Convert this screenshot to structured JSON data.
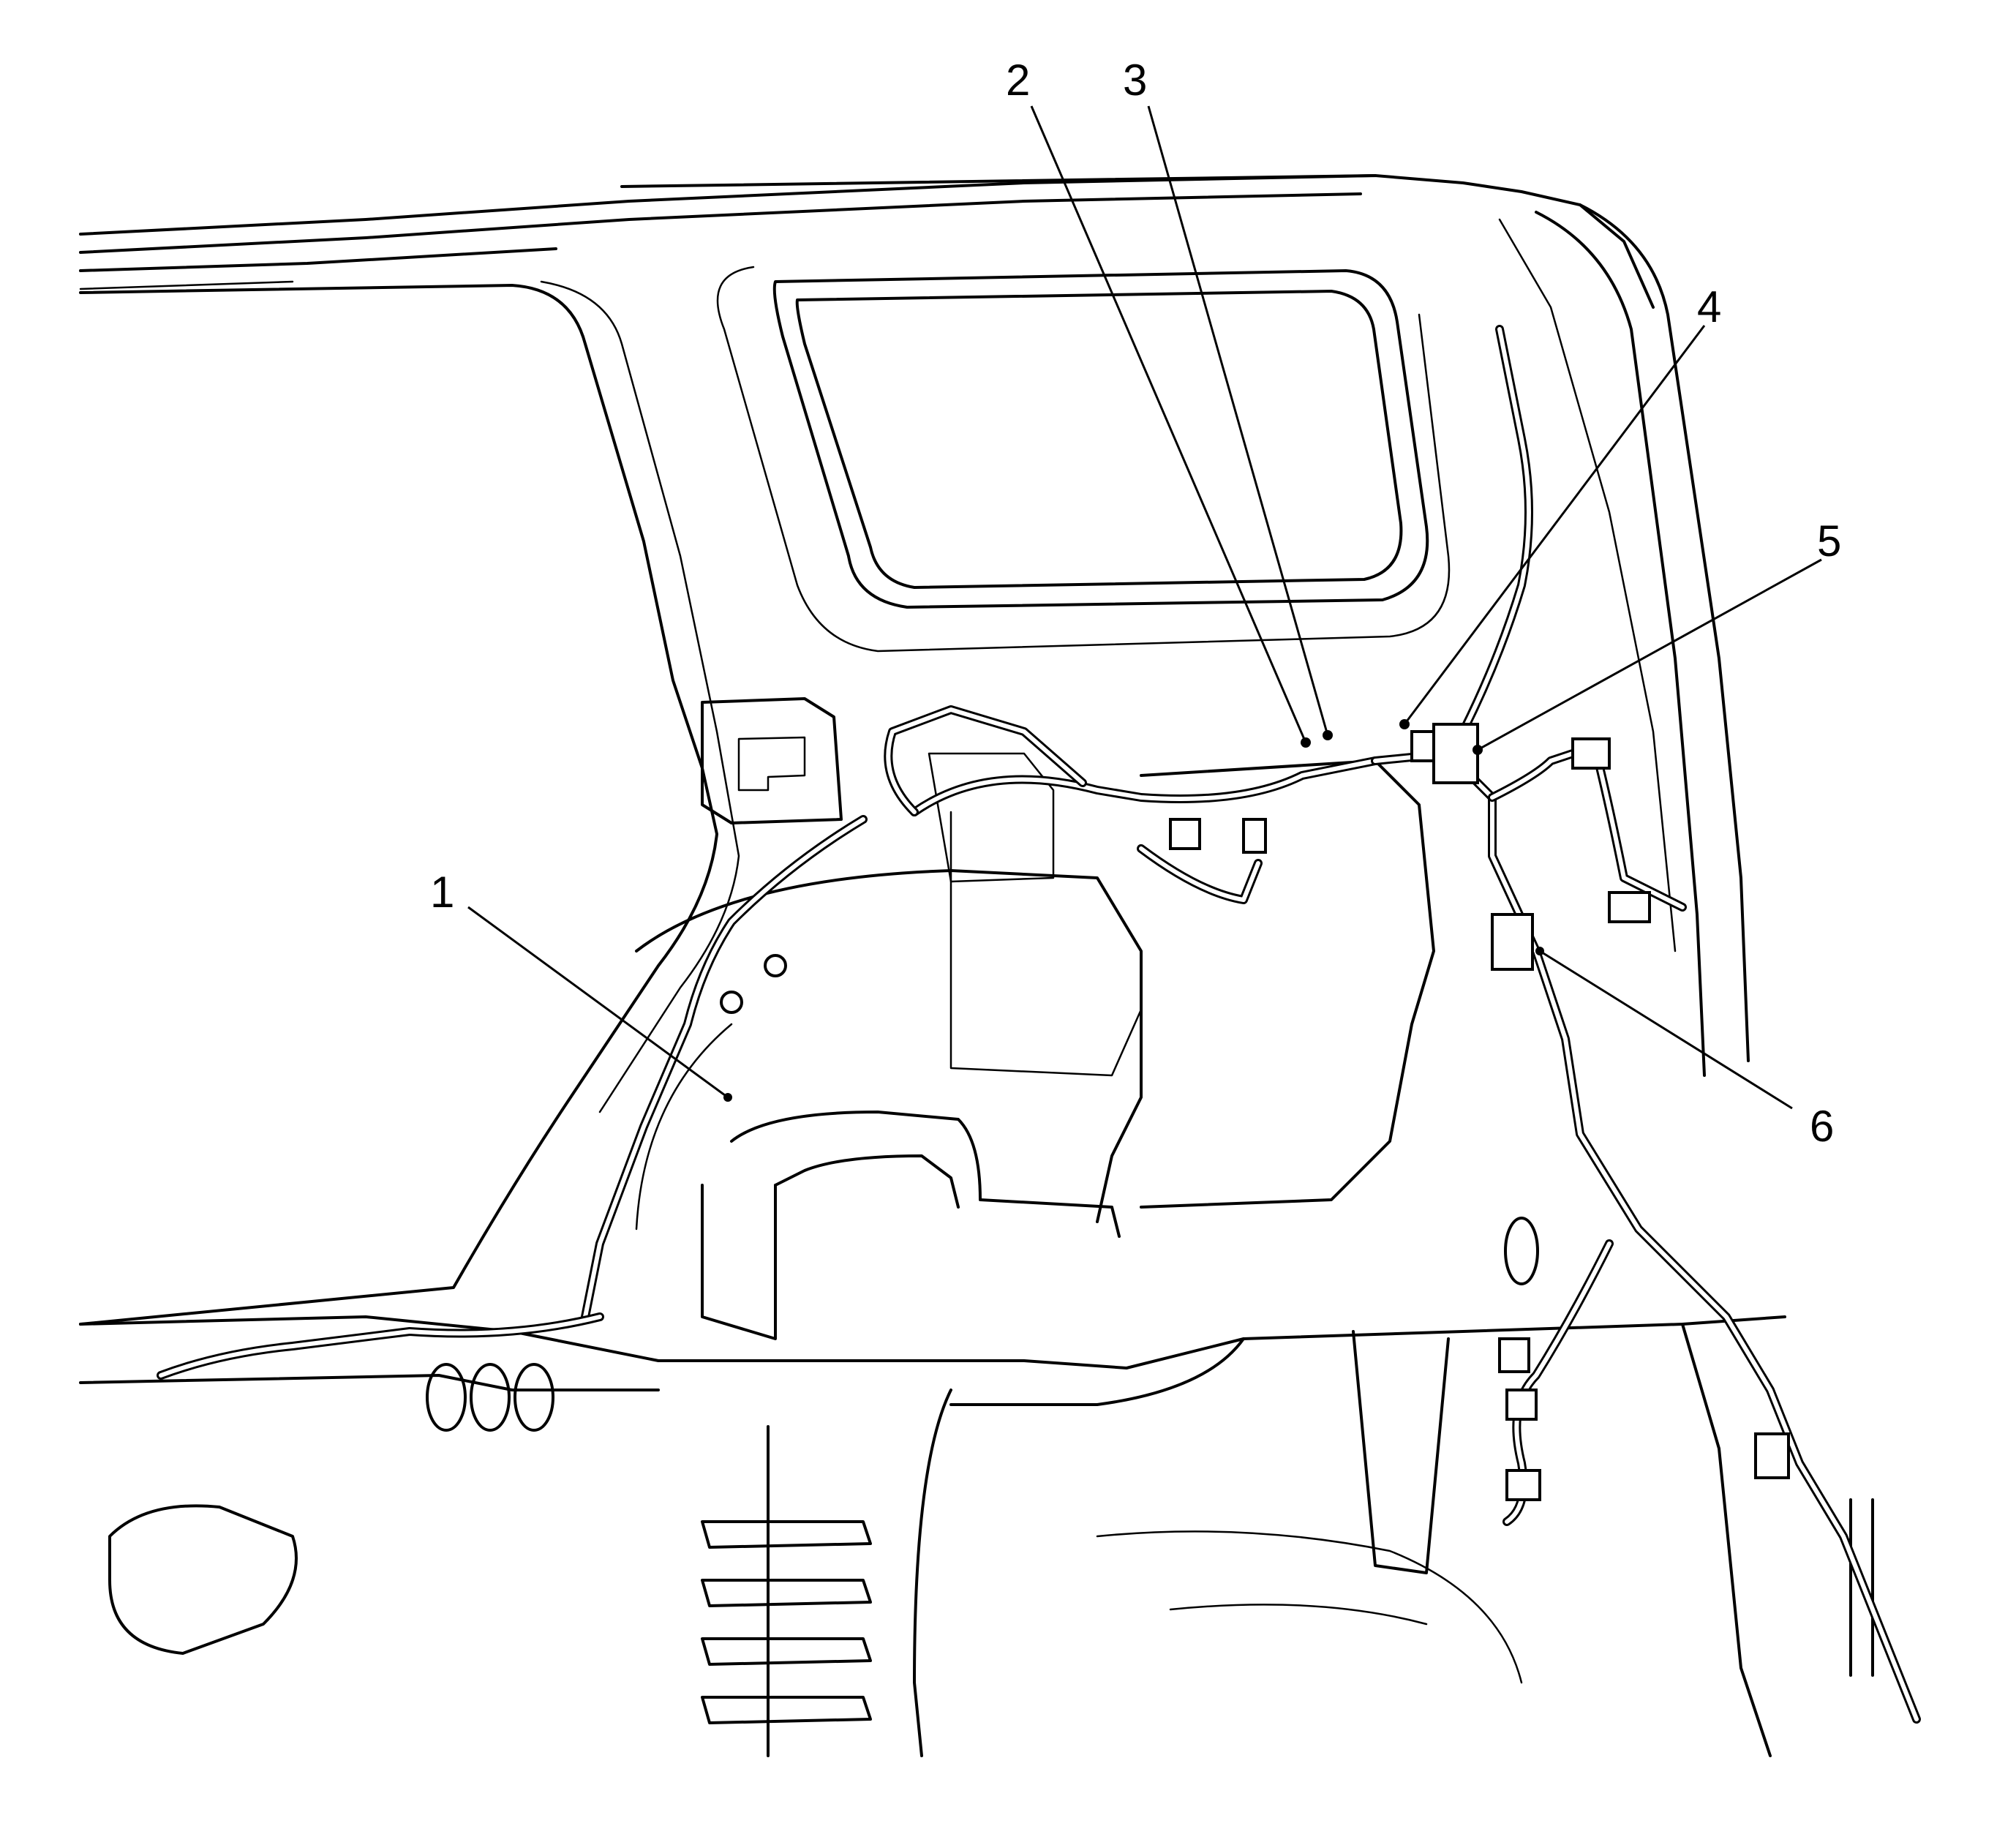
{
  "figure": {
    "callouts": [
      {
        "id": "callout-1",
        "label": "1"
      },
      {
        "id": "callout-2",
        "label": "2"
      },
      {
        "id": "callout-3",
        "label": "3"
      },
      {
        "id": "callout-4",
        "label": "4"
      },
      {
        "id": "callout-5",
        "label": "5"
      },
      {
        "id": "callout-6",
        "label": "6"
      }
    ]
  },
  "colors": {
    "line": "#000000",
    "background": "#ffffff"
  }
}
